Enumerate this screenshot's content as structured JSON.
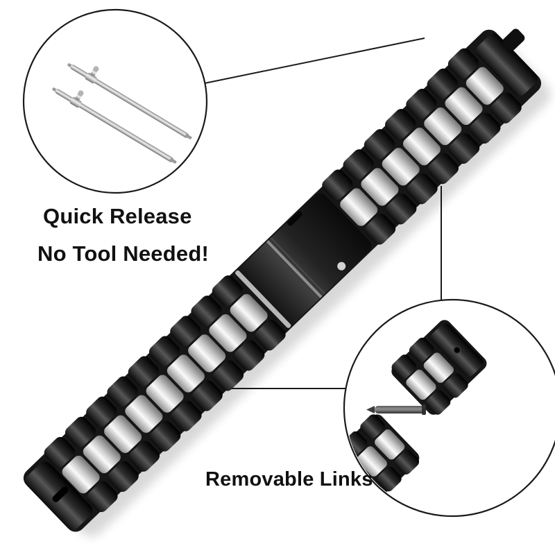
{
  "image": {
    "background_color": "#ffffff"
  },
  "callouts": {
    "quick_release": {
      "line1": "Quick Release",
      "line2": "No Tool Needed!",
      "icon": "spring-bar-pins-icon"
    },
    "removable_links": {
      "label": "Removable Links",
      "icon": "link-removal-icon"
    }
  },
  "colors": {
    "text": "#111111",
    "outline": "#1a1a1a",
    "band_black": "#141414",
    "band_steel": "#d8d8d8",
    "background": "#ffffff"
  }
}
